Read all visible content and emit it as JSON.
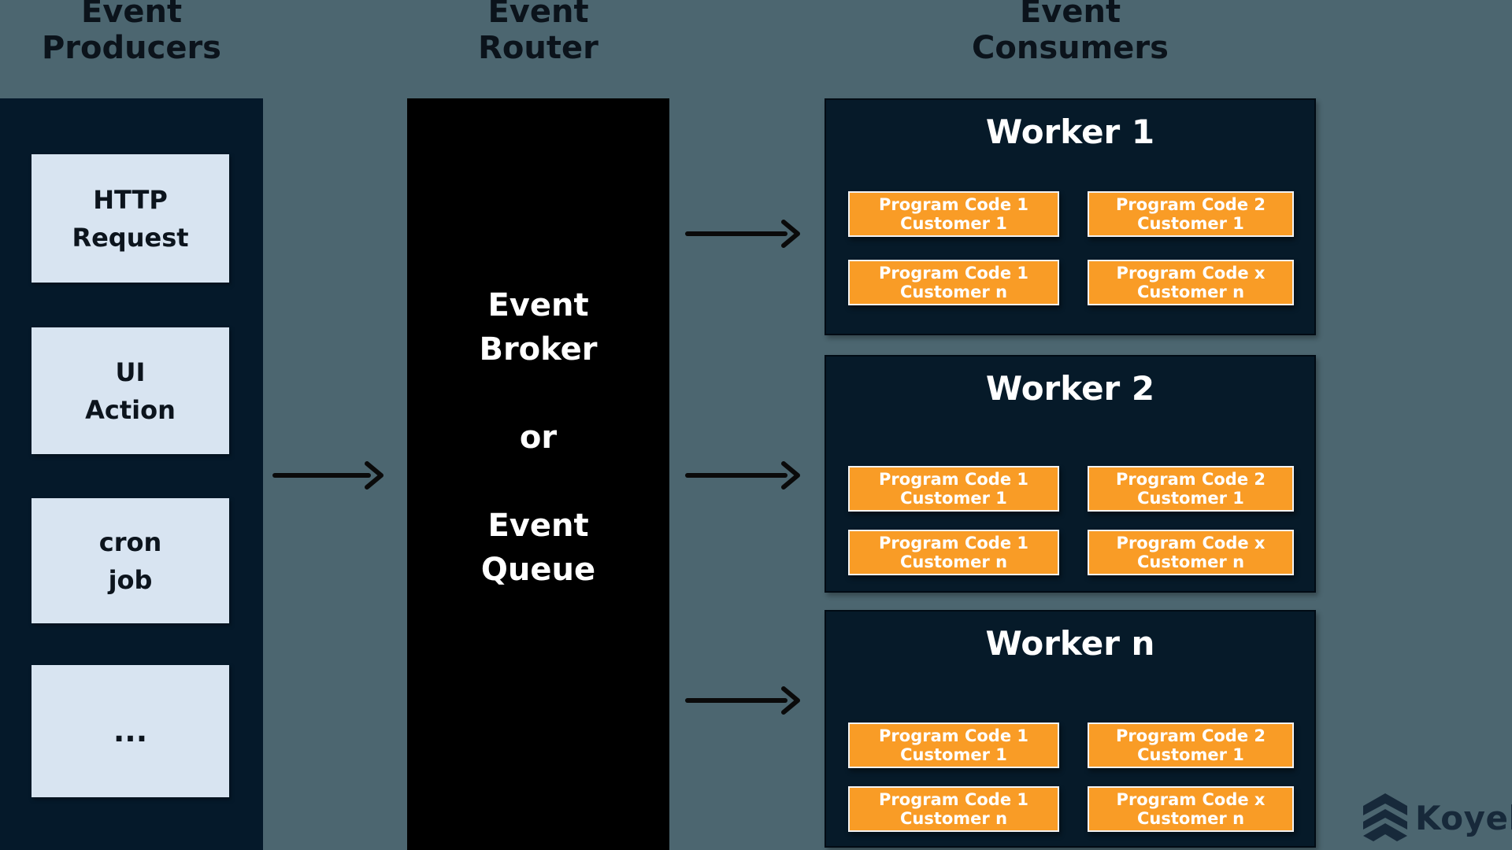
{
  "diagram": {
    "producers": {
      "header": [
        "Event",
        "Producers"
      ],
      "items": [
        {
          "lines": [
            "HTTP",
            "Request"
          ]
        },
        {
          "lines": [
            "UI",
            "Action"
          ]
        },
        {
          "lines": [
            "cron",
            "job"
          ]
        },
        {
          "lines": [
            "..."
          ]
        }
      ]
    },
    "router": {
      "header": [
        "Event",
        "Router"
      ],
      "body_lines": [
        "Event",
        "Broker",
        "",
        "or",
        "",
        "Event",
        "Queue"
      ]
    },
    "consumers": {
      "header": [
        "Event",
        "Consumers"
      ],
      "workers": [
        {
          "title": "Worker 1",
          "programs": [
            "Program Code 1 Customer 1",
            "Program Code 2 Customer 1",
            "Program Code 1 Customer n",
            "Program Code x Customer n"
          ]
        },
        {
          "title": "Worker 2",
          "programs": [
            "Program Code 1 Customer 1",
            "Program Code 2 Customer 1",
            "Program Code 1 Customer n",
            "Program Code x Customer n"
          ]
        },
        {
          "title": "Worker n",
          "programs": [
            "Program Code 1 Customer 1",
            "Program Code 2 Customer 1",
            "Program Code 1 Customer n",
            "Program Code x Customer n"
          ]
        }
      ]
    },
    "logo": {
      "text": "Koyeb"
    },
    "colors": {
      "background": "#4C6670",
      "panel_dark_navy": "#05192A",
      "router_black": "#000000",
      "producer_box_light_blue": "#D8E4F1",
      "program_box_orange": "#F99C26",
      "program_box_border": "#F2F2F2",
      "header_text": "#0B131B",
      "white_text": "#FFFFFF",
      "arrow_black": "#0A0A0A",
      "logo_navy": "#17293A"
    }
  }
}
